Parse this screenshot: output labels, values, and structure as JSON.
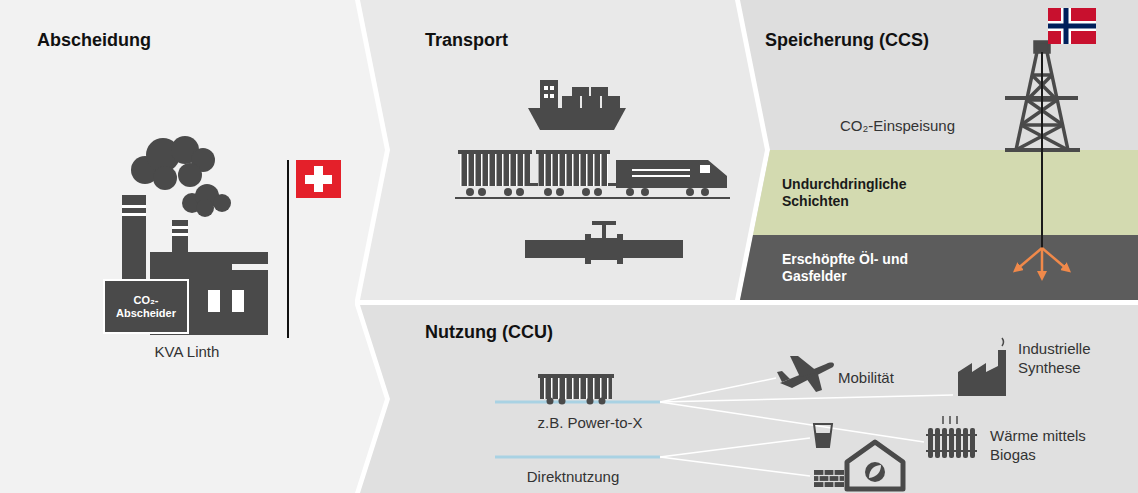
{
  "diagram": {
    "nodes": [
      {
        "text": [
          "Abscheidung"
        ]
      },
      {
        "text": [
          "CO₂-Abscheider"
        ],
        "in": 0
      },
      {
        "text": [
          "Transport"
        ]
      },
      {
        "text": [
          "Speicherung (CCS)"
        ]
      },
      {
        "text": [
          "Undurchdringliche Schichten"
        ],
        "in": 3
      },
      {
        "text": [
          "Erschöpfte Öl- und Gasfelder"
        ],
        "in": 3
      },
      {
        "text": [
          "Nutzung (CCU)"
        ]
      }
    ],
    "labels": [
      "KVA Linth",
      "CO₂-Einspeisung",
      "z.B. Power-to-X",
      "Direktnutzung",
      "Mobilität",
      "Industrielle Synthese",
      "Wärme mittels Biogas"
    ]
  }
}
